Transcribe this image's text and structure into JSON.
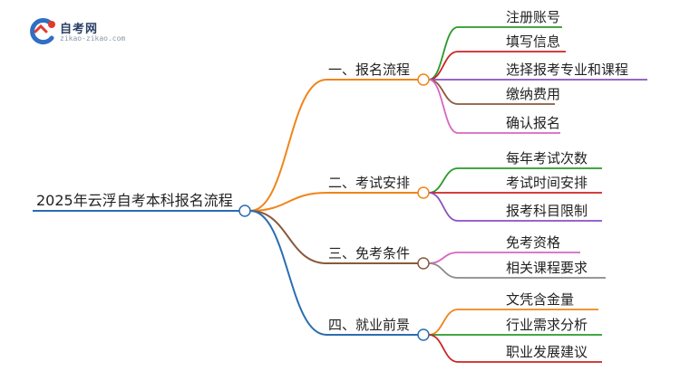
{
  "logo": {
    "name": "自考网",
    "url": "zikao-zikao.com"
  },
  "mindmap": {
    "root": "2025年云浮自考本科报名流程",
    "branches": [
      {
        "label": "一、报名流程",
        "color": "#f0851a",
        "children": [
          {
            "label": "注册账号",
            "color": "#2a9a2a"
          },
          {
            "label": "填写信息",
            "color": "#cc2222"
          },
          {
            "label": "选择报考专业和课程",
            "color": "#8a4fc0"
          },
          {
            "label": "缴纳费用",
            "color": "#8a5a3c"
          },
          {
            "label": "确认报名",
            "color": "#d866c0"
          }
        ]
      },
      {
        "label": "二、考试安排",
        "color": "#f0851a",
        "children": [
          {
            "label": "每年考试次数",
            "color": "#2a9a2a"
          },
          {
            "label": "考试时间安排",
            "color": "#cc2222"
          },
          {
            "label": "报考科目限制",
            "color": "#8a4fc0"
          }
        ]
      },
      {
        "label": "三、免考条件",
        "color": "#8a5a3c",
        "children": [
          {
            "label": "免考资格",
            "color": "#d866c0"
          },
          {
            "label": "相关课程要求",
            "color": "#8a8a8a"
          }
        ]
      },
      {
        "label": "四、就业前景",
        "color": "#2a6db0",
        "children": [
          {
            "label": "文凭含金量",
            "color": "#f0851a"
          },
          {
            "label": "行业需求分析",
            "color": "#2a9a2a"
          },
          {
            "label": "职业发展建议",
            "color": "#cc2222"
          }
        ]
      }
    ]
  }
}
